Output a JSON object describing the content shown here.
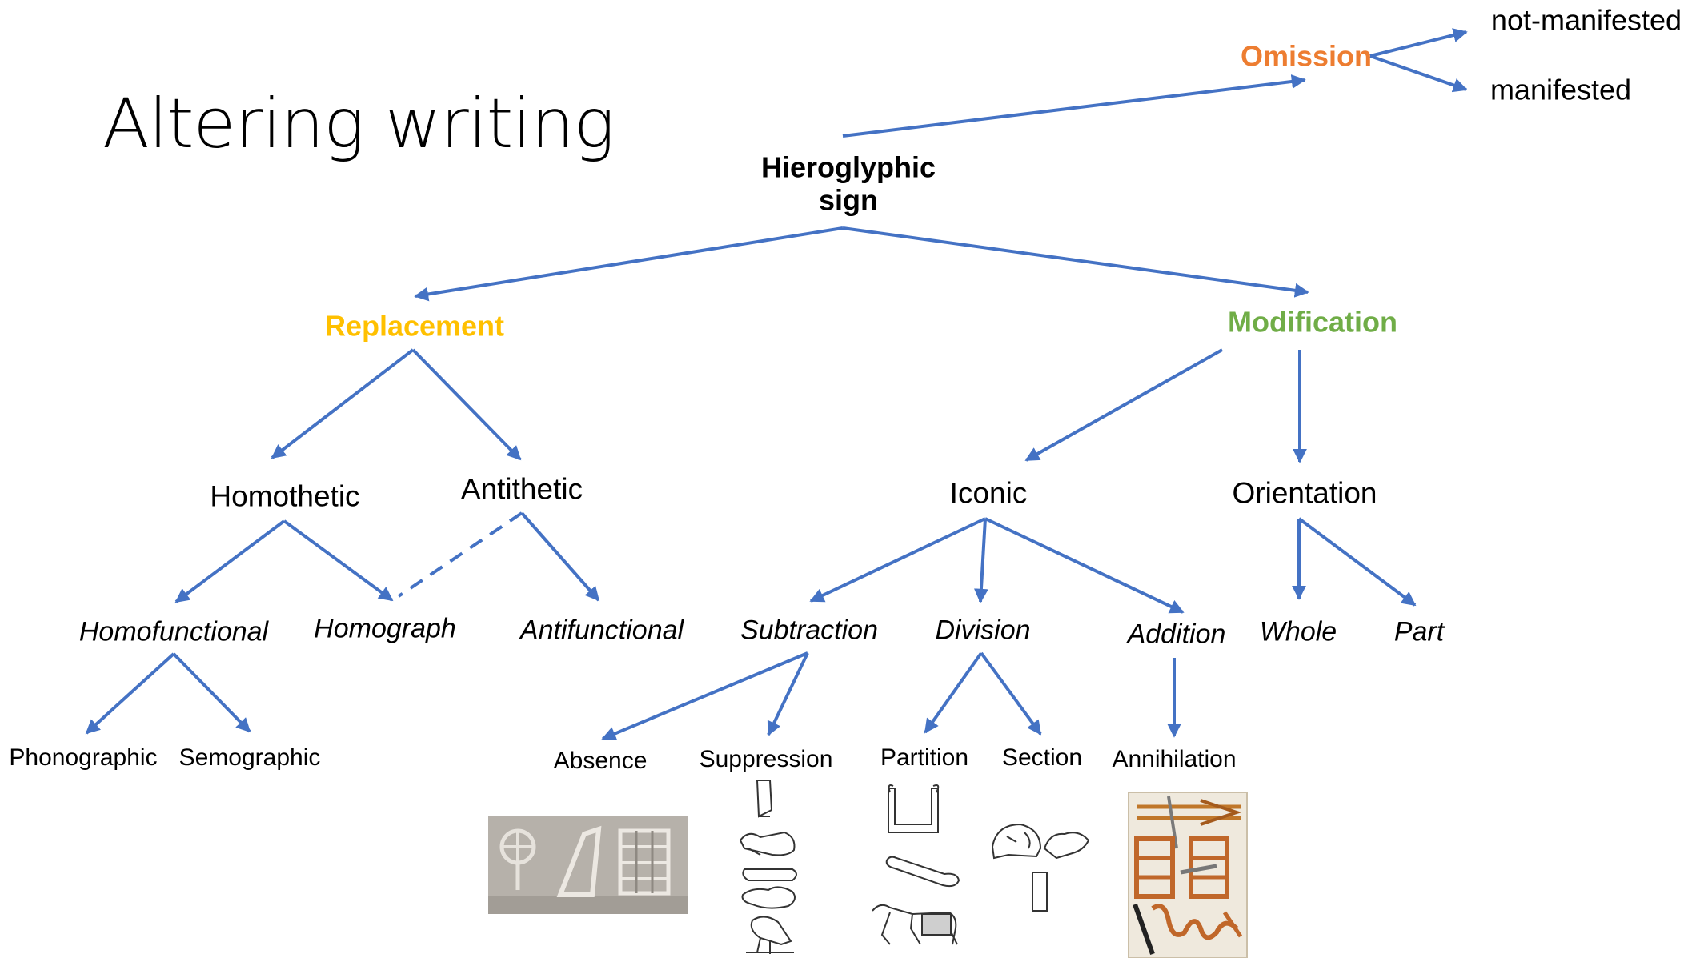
{
  "title": "Altering writing",
  "colors": {
    "arrow": "#4472C4",
    "omission": "#ED7D31",
    "replacement": "#FFC000",
    "modification": "#70AD47"
  },
  "nodes": {
    "root": "Hieroglyphic sign",
    "omission": "Omission",
    "not_manifested": "not-manifested",
    "manifested": "manifested",
    "replacement": "Replacement",
    "modification": "Modification",
    "homothetic": "Homothetic",
    "antithetic": "Antithetic",
    "iconic": "Iconic",
    "orientation": "Orientation",
    "homofunctional": "Homofunctional",
    "homograph": "Homograph",
    "antifunctional": "Antifunctional",
    "subtraction": "Subtraction",
    "division": "Division",
    "addition": "Addition",
    "whole": "Whole",
    "part": "Part",
    "phonographic": "Phonographic",
    "semographic": "Semographic",
    "absence": "Absence",
    "suppression": "Suppression",
    "partition": "Partition",
    "section": "Section",
    "annihilation": "Annihilation"
  },
  "illustrations": {
    "absence": "carved-relief-photo",
    "suppression": "hieroglyph-line-drawings",
    "partition": "hieroglyph-line-drawings",
    "section": "hieroglyph-line-drawings",
    "annihilation": "painted-inscription-photo"
  }
}
